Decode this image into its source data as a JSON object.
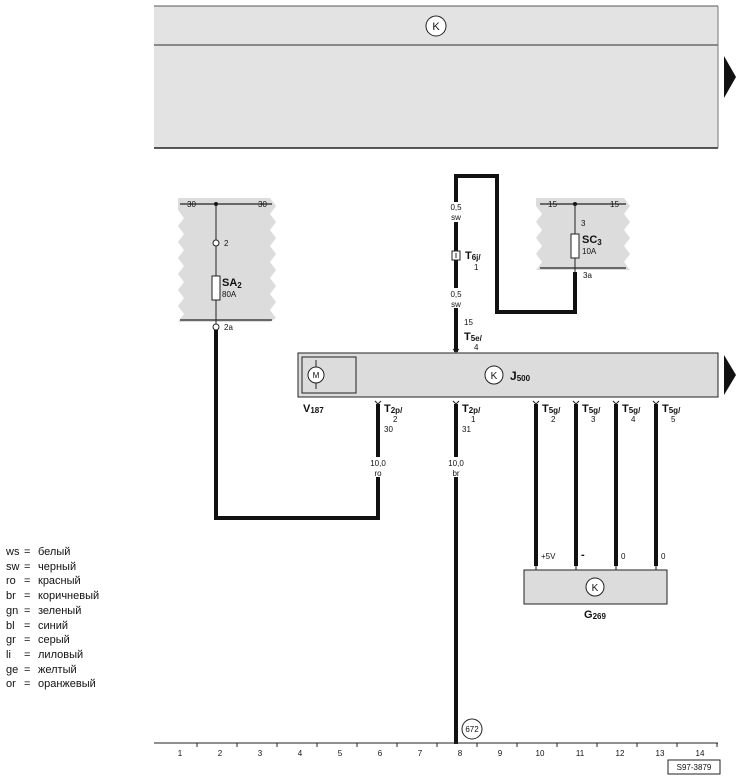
{
  "top_bar": {
    "symbol": "K"
  },
  "fuse_box_left": {
    "rail_left": "30",
    "rail_right": "30",
    "pin_top": "2",
    "fuse_name": "SA",
    "fuse_sub": "2",
    "fuse_rating": "80A",
    "pin_bottom": "2a"
  },
  "fuse_box_right": {
    "rail_left": "15",
    "rail_right": "15",
    "pin_top": "3",
    "fuse_name": "SC",
    "fuse_sub": "3",
    "fuse_rating": "10A",
    "pin_bottom": "3a"
  },
  "wire_top_1": {
    "size": "0,5",
    "color": "sw"
  },
  "connector_t6j": {
    "name": "T",
    "sub": "6j/",
    "pin": "1"
  },
  "wire_top_2": {
    "size": "0,5",
    "color": "sw"
  },
  "terminal_15": "15",
  "connector_t5e": {
    "name": "T",
    "sub": "5e/",
    "pin": "4"
  },
  "control_unit": {
    "name": "J",
    "sub": "500",
    "symbol": "K"
  },
  "motor": {
    "symbol": "M",
    "name": "V",
    "sub": "187"
  },
  "connectors_bottom": [
    {
      "name": "T",
      "sub": "2p/",
      "pin": "2",
      "terminal": "30"
    },
    {
      "name": "T",
      "sub": "2p/",
      "pin": "1",
      "terminal": "31"
    },
    {
      "name": "T",
      "sub": "5g/",
      "pin": "2"
    },
    {
      "name": "T",
      "sub": "5g/",
      "pin": "3"
    },
    {
      "name": "T",
      "sub": "5g/",
      "pin": "4"
    },
    {
      "name": "T",
      "sub": "5g/",
      "pin": "5"
    }
  ],
  "wire_red": {
    "size": "10,0",
    "color": "ro"
  },
  "wire_brown": {
    "size": "10,0",
    "color": "br"
  },
  "sensor_signals": [
    "+5V",
    "-",
    "0",
    "0"
  ],
  "sensor": {
    "name": "G",
    "sub": "269",
    "symbol": "K"
  },
  "ground_point": "672",
  "ruler": [
    "1",
    "2",
    "3",
    "4",
    "5",
    "6",
    "7",
    "8",
    "9",
    "10",
    "11",
    "12",
    "13",
    "14"
  ],
  "drawing_id": "S97-3879",
  "legend": [
    {
      "code": "ws",
      "eq": "=",
      "name": "белый"
    },
    {
      "code": "sw",
      "eq": "=",
      "name": "черный"
    },
    {
      "code": "ro",
      "eq": "=",
      "name": "красный"
    },
    {
      "code": "br",
      "eq": "=",
      "name": "коричневый"
    },
    {
      "code": "gn",
      "eq": "=",
      "name": "зеленый"
    },
    {
      "code": "bl",
      "eq": "=",
      "name": "синий"
    },
    {
      "code": "gr",
      "eq": "=",
      "name": "серый"
    },
    {
      "code": "li",
      "eq": "=",
      "name": "лиловый"
    },
    {
      "code": "ge",
      "eq": "=",
      "name": "желтый"
    },
    {
      "code": "or",
      "eq": "=",
      "name": "оранжевый"
    }
  ]
}
